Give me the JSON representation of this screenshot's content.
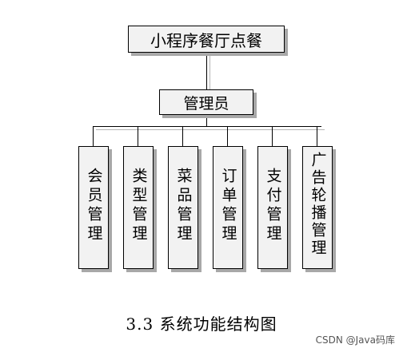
{
  "diagram": {
    "root": "小程序餐厅点餐",
    "admin": "管理员",
    "modules": [
      {
        "label": "会员管理"
      },
      {
        "label": "类型管理"
      },
      {
        "label": "菜品管理"
      },
      {
        "label": "订单管理"
      },
      {
        "label": "支付管理"
      },
      {
        "label": "广告轮播管理"
      }
    ]
  },
  "caption": "3.3 系统功能结构图",
  "watermark": "CSDN @Java码库"
}
